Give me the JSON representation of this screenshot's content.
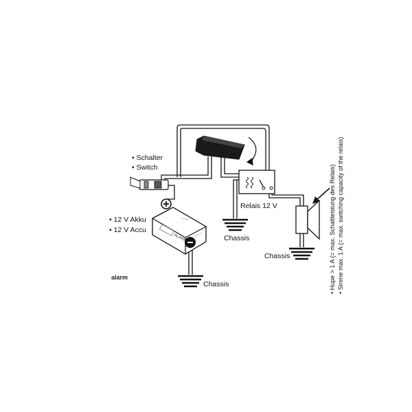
{
  "labels": {
    "switch_de": "• Schalter",
    "switch_en": "• Switch",
    "battery_de": "• 12 V Akku",
    "battery_en": "• 12 V Accu",
    "relay": "Relais 12 V",
    "chassis_relay": "Chassis",
    "chassis_battery": "Chassis",
    "chassis_horn": "Chassis",
    "brand": "alarm",
    "note_de": "• Hupe > 1 A (= max. Schaltleistung des Relais)",
    "note_en": "• Sirene max. 1 A (= max. switching capacity of the relais)"
  },
  "symbols": {
    "battery_plus": "+",
    "battery_minus": "−"
  }
}
